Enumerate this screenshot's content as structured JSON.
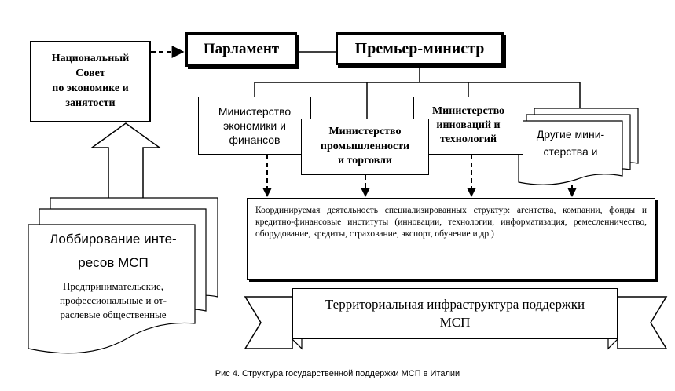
{
  "council": {
    "line1": "Национальный",
    "line2": "Совет",
    "line3": "по экономике и",
    "line4": "занятости"
  },
  "parliament": {
    "label": "Парламент"
  },
  "prime_minister": {
    "label": "Премьер-министр"
  },
  "ministries": {
    "economy": {
      "line1": "Министерство",
      "line2": "экономики и",
      "line3": "финансов"
    },
    "industry": {
      "line1": "Министерство",
      "line2": "промышленности",
      "line3": "и торговли"
    },
    "innovation": {
      "line1": "Министерство",
      "line2": "инноваций и",
      "line3": "технологий"
    },
    "other": {
      "line1": "Другие мини-",
      "line2": "стерства и"
    }
  },
  "coordination": {
    "text": "Координируемая деятельность специализированных структур: агентства, компании, фонды и кредитно-финансовые институты (инновации, технологии, информатизация, ремесленничество, оборудование, кредиты, страхование, экспорт, обучение и др.)"
  },
  "lobbying": {
    "title_line1": "Лоббирование инте-",
    "title_line2": "ресов МСП",
    "desc_line1": "Предпринимательские,",
    "desc_line2": "профессиональные и от-",
    "desc_line3": "раслевые общественные"
  },
  "territorial": {
    "line1": "Территориальная инфраструктура поддержки",
    "line2": "МСП"
  },
  "caption": "Рис 4. Структура государственной поддержки МСП в Италии"
}
